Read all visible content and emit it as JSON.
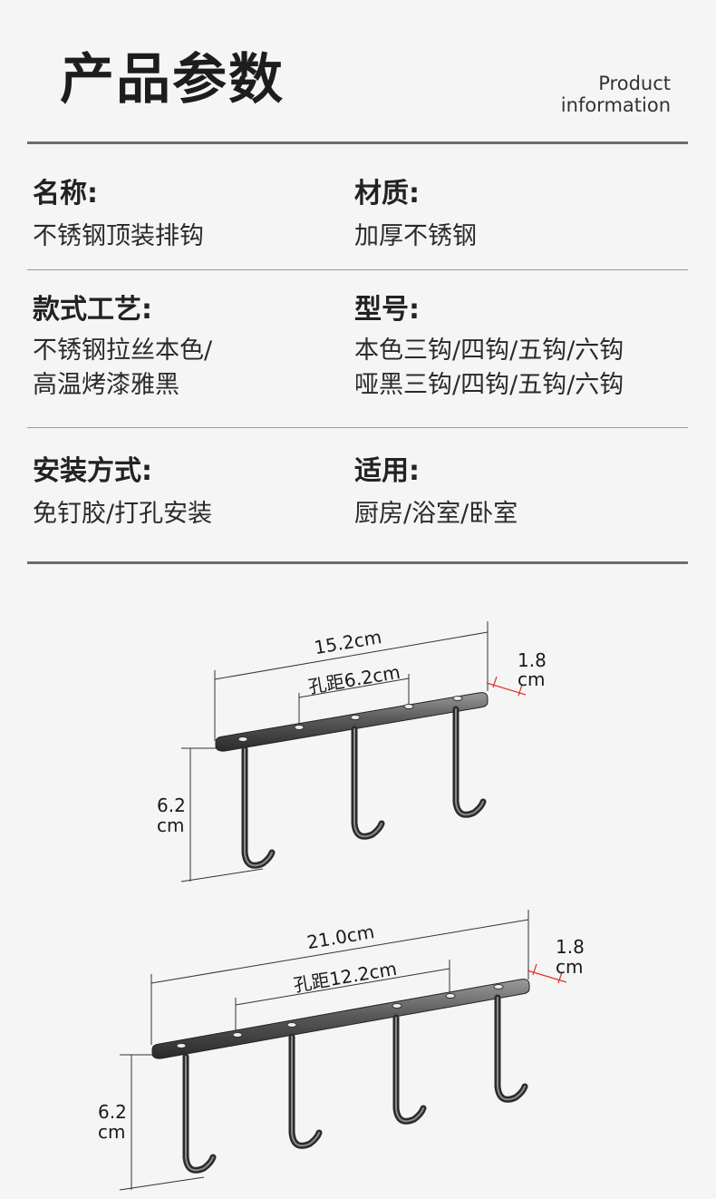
{
  "header": {
    "title": "产品参数",
    "subtitle_line1": "Product",
    "subtitle_line2": "information"
  },
  "specs": [
    {
      "label": "名称:",
      "lines": [
        "不锈钢顶装排钩"
      ]
    },
    {
      "label": "材质:",
      "lines": [
        "加厚不锈钢"
      ]
    },
    {
      "label": "款式工艺:",
      "lines": [
        "不锈钢拉丝本色/",
        "高温烤漆雅黑"
      ]
    },
    {
      "label": "型号:",
      "lines": [
        "本色三钩/四钩/五钩/六钩",
        "哑黑三钩/四钩/五钩/六钩"
      ]
    },
    {
      "label": "安装方式:",
      "lines": [
        "免钉胶/打孔安装"
      ]
    },
    {
      "label": "适用:",
      "lines": [
        "厨房/浴室/卧室"
      ]
    }
  ],
  "diagrams": [
    {
      "length": "15.2cm",
      "hole_spacing": "孔距6.2cm",
      "depth_value": "1.8",
      "depth_unit": "cm",
      "height_value": "6.2",
      "height_unit": "cm",
      "hook_count": 3
    },
    {
      "length": "21.0cm",
      "hole_spacing": "孔距12.2cm",
      "depth_value": "1.8",
      "depth_unit": "cm",
      "height_value": "6.2",
      "height_unit": "cm",
      "hook_count": 4
    }
  ],
  "colors": {
    "metal_dark": "#2e2e30",
    "metal_light": "#8a8a8c",
    "accent_red": "#e0302a",
    "divider": "#6c6c6c"
  }
}
